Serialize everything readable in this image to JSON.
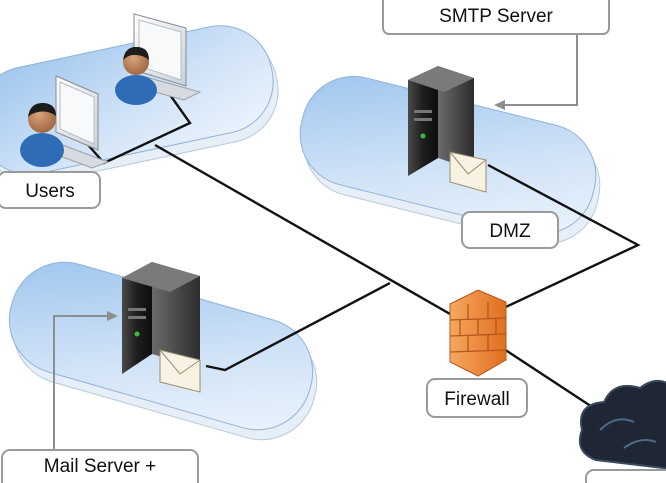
{
  "labels": {
    "users": "Users",
    "dmz": "DMZ",
    "firewall": "Firewall",
    "smtp_line1": "",
    "smtp_line2": "SMTP Server",
    "mail_line1": "Mail Server +",
    "mail_line2": ""
  },
  "icons": {
    "user_workstation": "user-workstation-icon",
    "server": "server-tower-icon",
    "mail": "envelope-icon",
    "firewall": "firewall-brick-icon",
    "internet": "cloud-icon"
  },
  "colors": {
    "zone_fill_light": "#dbe9f9",
    "zone_fill_dark": "#9cc4ee",
    "zone_stroke": "#8fb3d8",
    "label_stroke": "#9a9a9a",
    "firewall": "#f08a3a",
    "server_body": "#1f1f1f",
    "cloud": "#1e2733"
  }
}
